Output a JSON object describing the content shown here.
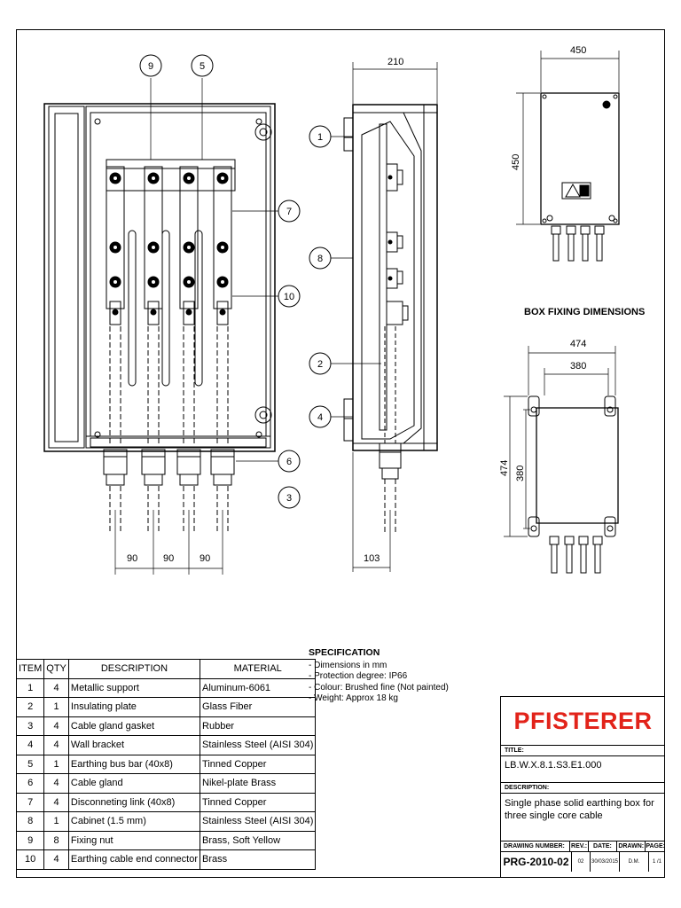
{
  "balloons": [
    "9",
    "5",
    "1",
    "7",
    "8",
    "10",
    "2",
    "4",
    "6",
    "3"
  ],
  "dims": {
    "front_pitch": [
      "90",
      "90",
      "90"
    ],
    "side_depth": "210",
    "side_gland": "103",
    "mini_width": "450",
    "mini_height": "450",
    "fix_outer_w": "474",
    "fix_inner_w": "380",
    "fix_outer_h": "474",
    "fix_inner_h": "380"
  },
  "box_fixing_title": "BOX FIXING DIMENSIONS",
  "specification": {
    "title": "SPECIFICATION",
    "lines": [
      "- Dimensions in mm",
      "- Protection degree: IP66",
      "- Colour: Brushed fine (Not painted)",
      "- Weight: Approx 18 kg"
    ]
  },
  "bom": {
    "headers": [
      "ITEM",
      "QTY",
      "DESCRIPTION",
      "MATERIAL"
    ],
    "rows": [
      [
        "1",
        "4",
        "Metallic support",
        "Aluminum-6061"
      ],
      [
        "2",
        "1",
        "Insulating plate",
        "Glass Fiber"
      ],
      [
        "3",
        "4",
        "Cable gland gasket",
        "Rubber"
      ],
      [
        "4",
        "4",
        "Wall bracket",
        "Stainless Steel (AISI 304)"
      ],
      [
        "5",
        "1",
        "Earthing bus bar (40x8)",
        "Tinned Copper"
      ],
      [
        "6",
        "4",
        "Cable gland",
        "Nikel-plate Brass"
      ],
      [
        "7",
        "4",
        "Disconneting link (40x8)",
        "Tinned Copper"
      ],
      [
        "8",
        "1",
        "Cabinet (1.5 mm)",
        "Stainless Steel (AISI 304)"
      ],
      [
        "9",
        "8",
        "Fixing nut",
        "Brass, Soft Yellow"
      ],
      [
        "10",
        "4",
        "Earthing cable end connector",
        "Brass"
      ]
    ]
  },
  "title_block": {
    "logo": "PFISTERER",
    "title_label": "TITLE:",
    "title": "LB.W.X.8.1.S3.E1.000",
    "description_label": "DESCRIPTION:",
    "description": "Single phase solid earthing box for three single core cable",
    "drawing_number_label": "DRAWING NUMBER:",
    "rev_label": "REV.:",
    "date_label": "DATE:",
    "drawn_label": "DRAWN:",
    "page_label": "PAGE:",
    "drawing_number": "PRG-2010-02",
    "rev": "02",
    "date": "30/03/2015",
    "drawn": "D.M.",
    "page": "1 /1"
  }
}
